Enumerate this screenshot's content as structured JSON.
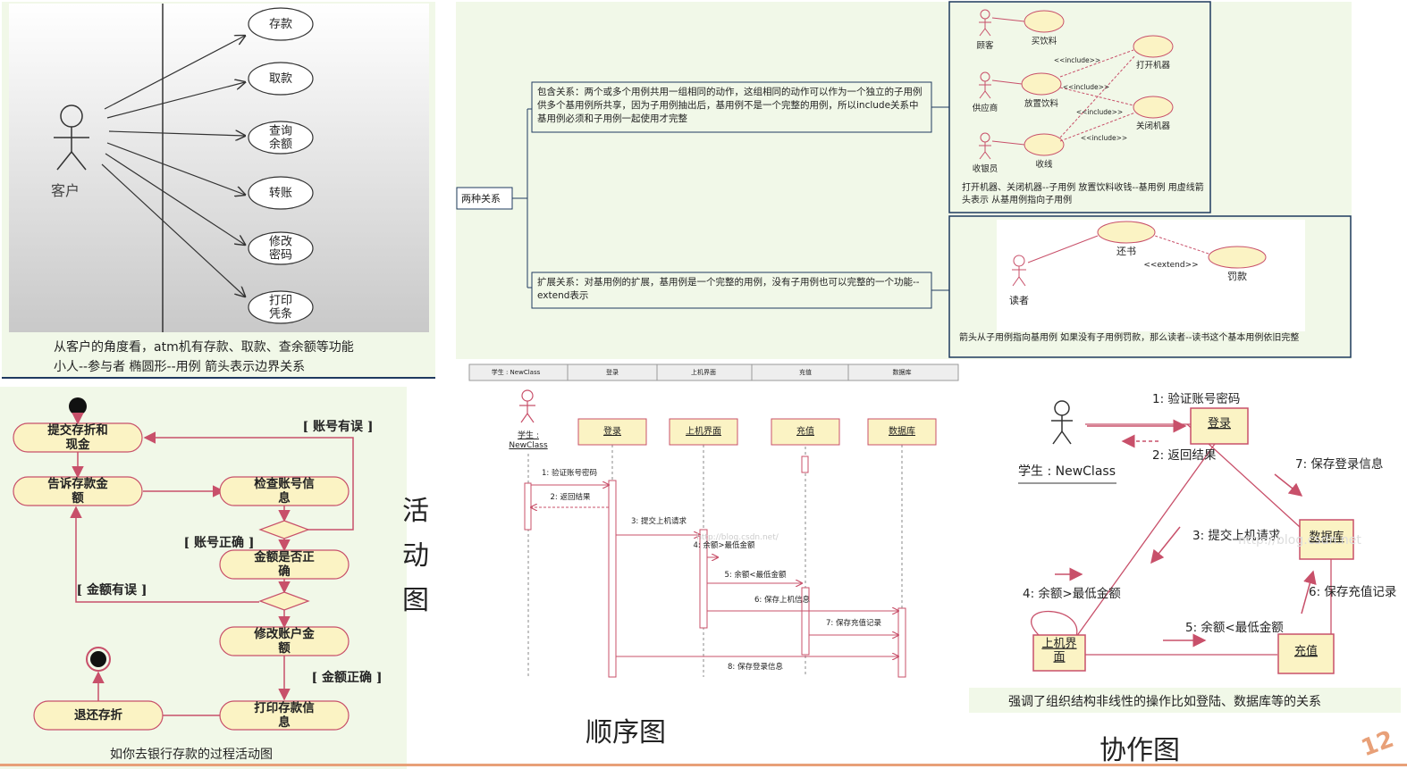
{
  "usecase": {
    "actor": "客户",
    "cases": [
      "存款",
      "取款",
      "查询\n余额",
      "转账",
      "修改\n密码",
      "打印\n凭条"
    ],
    "caption_line1": "从客户的角度看，atm机有存款、取款、查余额等功能",
    "caption_line2": "小人--参与者  椭圆形--用例 箭头表示边界关系"
  },
  "relations": {
    "root": "两种关系",
    "include_text": "包含关系：两个或多个用例共用一组相同的动作，这组相同的动作可以作为一个独立的子用例供多个基用例所共享，因为子用例抽出后，基用例不是一个完整的用例，所以include关系中基用例必须和子用例一起使用才完整",
    "extend_text": "扩展关系：对基用例的扩展，基用例是一个完整的用例，没有子用例也可以完整的一个功能--extend表示",
    "include_diagram": {
      "actors": [
        "顾客",
        "供应商",
        "收银员"
      ],
      "base_cases": [
        "买饮料",
        "放置饮料",
        "收线"
      ],
      "sub_cases": [
        "打开机器",
        "关闭机器"
      ],
      "stereo": "<<include>>",
      "note": "打开机器、关闭机器--子用例  放置饮料收钱--基用例 用虚线箭头表示 从基用例指向子用例"
    },
    "extend_diagram": {
      "actor": "读者",
      "base": "还书",
      "ext": "罚款",
      "stereo": "<<extend>>",
      "note": "箭头从子用例指向基用例  如果没有子用例罚款，那么读者--读书这个基本用例依旧完整"
    }
  },
  "activity": {
    "nodes": [
      "提交存折和\n现金",
      "告诉存款金\n额",
      "检查账号信\n息",
      "金额是否正\n确",
      "修改账户金\n额",
      "打印存款信\n息",
      "退还存折"
    ],
    "guards": [
      "[ 账号有误 ]",
      "[ 账号正确 ]",
      "[ 金额有误 ]",
      "[ 金额正确 ]"
    ],
    "caption": "如你去银行存款的过程活动图",
    "side_label": "活\n动\n图"
  },
  "sequence": {
    "header": [
      "学生 : NewClass",
      "登录",
      "上机界面",
      "充值",
      "数据库"
    ],
    "actor": "学生 :\nNewClass",
    "objects": [
      "登录",
      "上机界面",
      "充值",
      "数据库"
    ],
    "messages": [
      "1: 验证账号密码",
      "2: 返回结果",
      "3: 提交上机请求",
      "4: 余额>最低金额",
      "5: 余额<最低金额",
      "6: 保存上机信息",
      "7: 保存充值记录",
      "8: 保存登录信息"
    ],
    "watermark": "http://blog.csdn.net/",
    "label": "顺序图"
  },
  "collab": {
    "actor": "学生 : NewClass",
    "objects": [
      "登录",
      "数据库",
      "上机界\n面",
      "充值"
    ],
    "messages": [
      "1: 验证账号密码",
      "2: 返回结果",
      "7: 保存登录信息",
      "3: 提交上机请求",
      "4: 余额>最低金额",
      "5: 余额<最低金额",
      "6: 保存充值记录"
    ],
    "watermark": "http://blog.csdn.net",
    "caption": "强调了组织结构非线性的操作比如登陆、数据库等的关系",
    "label": "协作图"
  },
  "page_number": "12",
  "colors": {
    "panel_bg": "#f1f8e8",
    "arrow": "#c8506a",
    "node_fill": "#fbf3c4",
    "border": "#1f3a5f"
  }
}
